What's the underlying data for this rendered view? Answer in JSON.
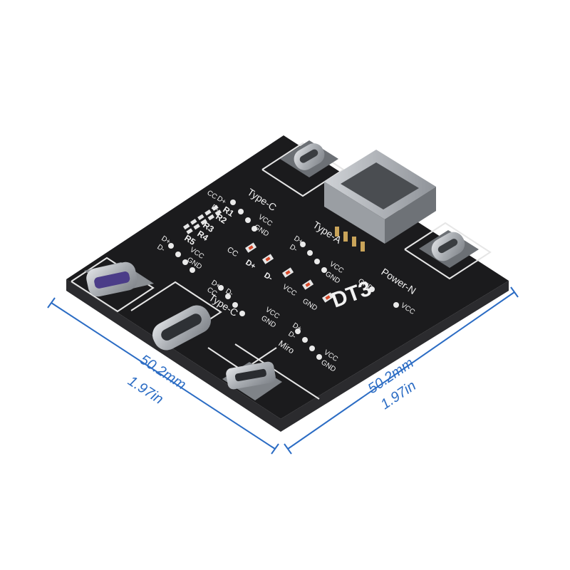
{
  "board": {
    "name": "DT3",
    "colors": {
      "pcb": "#1b1b1d",
      "silk": "#f2f2f2",
      "metal": "#b9bcc0",
      "led": "#d94a2a",
      "dimension": "#2b6cc4"
    },
    "labels": {
      "typec_top": "Type-C",
      "typec_mid": "Type-C",
      "typea": "Type-A",
      "power": "Power-N",
      "miro": "Miro",
      "r1": "R1",
      "r2": "R2",
      "r3": "R3",
      "r4": "R4",
      "r5": "R5",
      "cc": "CC",
      "dplus": "D+",
      "dminus": "D-",
      "vcc": "VCC",
      "gnd": "GND"
    }
  },
  "dimensions": {
    "left": {
      "mm": "50.2mm",
      "inch": "1.97in"
    },
    "right": {
      "mm": "50.2mm",
      "inch": "1.97in"
    }
  }
}
